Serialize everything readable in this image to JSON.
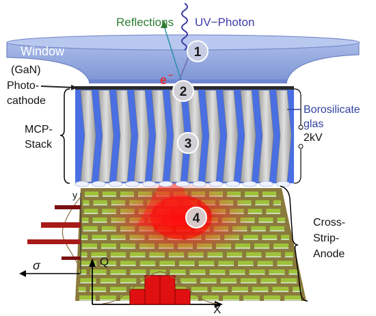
{
  "labels": {
    "reflections": "Reflections",
    "uv_photon": "UV−Photon",
    "window": "Window",
    "gan": "(GaN)",
    "photo": "Photo-",
    "cathode": "cathode",
    "electron": "e",
    "electron_charge": "−",
    "mcp": "MCP-",
    "stack": "Stack",
    "borosilicate": "Borosilicate",
    "glas": "glas",
    "voltage": "2kV",
    "anode_1": "Cross-",
    "anode_2": "Strip-",
    "anode_3": "Anode",
    "axis_y": "y",
    "axis_sigma": "σ",
    "axis_q": "Q",
    "axis_x": "X"
  },
  "steps": [
    "1",
    "2",
    "3",
    "4"
  ],
  "colors": {
    "window_fill": "#8da3dc",
    "mcp_fill": "#4a6fe3",
    "channel_fill": "#c7c7c7",
    "anode_strip": "#9fc23a",
    "anode_base": "#8a7a3c",
    "cloud": "#ff1a1a",
    "reflections_text": "#2e7d32",
    "uv_text": "#3b3ba8",
    "boro_text": "#2f3f9c",
    "electron_text": "#e03030"
  }
}
